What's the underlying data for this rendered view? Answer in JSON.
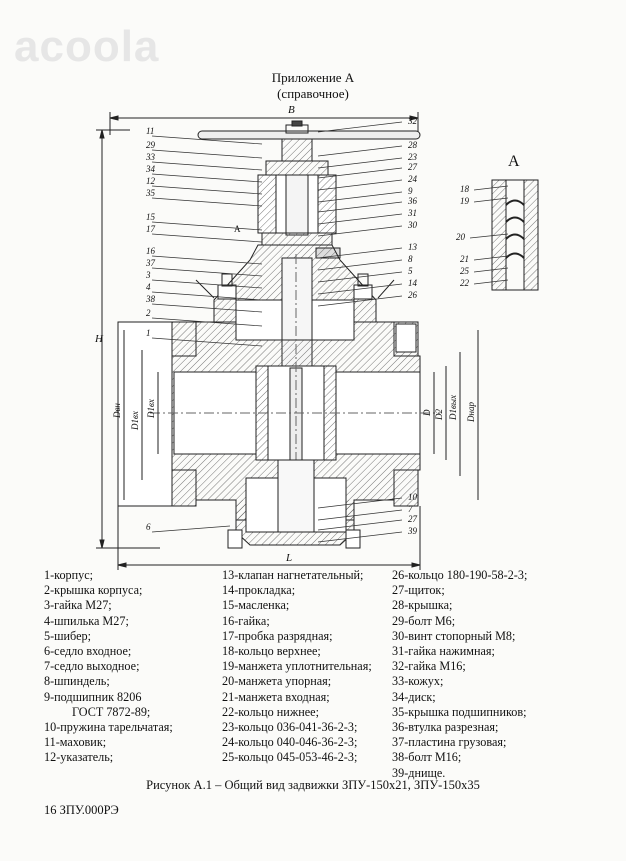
{
  "watermark": "acoola",
  "header": {
    "title": "Приложение А",
    "subtitle": "(справочное)"
  },
  "detail_label": "А",
  "drawing": {
    "dims": {
      "B": "B",
      "H": "H",
      "L": "L",
      "Dvn": "Dвн",
      "D1vh": "D1вх",
      "D": "D",
      "D2": "D2",
      "D1vyh": "D1вых",
      "Dnar": "Dнар",
      "detail": "А"
    },
    "left_callouts": [
      "11",
      "29",
      "33",
      "34",
      "12",
      "35",
      "15",
      "17",
      "16",
      "37",
      "3",
      "4",
      "38",
      "2",
      "1",
      "6"
    ],
    "right_callouts": [
      "32",
      "28",
      "23",
      "27",
      "24",
      "9",
      "36",
      "31",
      "30",
      "13",
      "8",
      "5",
      "14",
      "26",
      "10",
      "7",
      "27",
      "39"
    ],
    "detail_callouts": [
      "18",
      "19",
      "20",
      "21",
      "25",
      "22"
    ]
  },
  "legend": {
    "col1": [
      "1-корпус;",
      "2-крышка корпуса;",
      "3-гайка М27;",
      "4-шпилька М27;",
      "5-шибер;",
      "6-седло входное;",
      "7-седло выходное;",
      "8-шпиндель;",
      "9-подшипник 8206",
      "ГОСТ 7872-89;",
      "10-пружина тарельчатая;",
      "11-маховик;",
      "12-указатель;"
    ],
    "col2": [
      "13-клапан нагнетательный;",
      "14-прокладка;",
      "15-масленка;",
      "16-гайка;",
      "17-пробка разрядная;",
      "18-кольцо верхнее;",
      "19-манжета уплотнительная;",
      "20-манжета упорная;",
      "21-манжета входная;",
      "22-кольцо нижнее;",
      "23-кольцо 036-041-36-2-3;",
      "24-кольцо 040-046-36-2-3;",
      "25-кольцо 045-053-46-2-3;"
    ],
    "col3": [
      "26-кольцо 180-190-58-2-3;",
      "27-щиток;",
      "28-крышка;",
      "29-болт М6;",
      "30-винт стопорный М8;",
      "31-гайка нажимная;",
      "32-гайка М16;",
      "33-кожух;",
      "34-диск;",
      "35-крышка подшипников;",
      "36-втулка разрезная;",
      "37-пластина грузовая;",
      "38-болт М16;",
      "39-днище."
    ]
  },
  "caption": "Рисунок А.1 – Общий вид задвижки ЗПУ-150х21, ЗПУ-150х35",
  "footer": "16 ЗПУ.000РЭ"
}
